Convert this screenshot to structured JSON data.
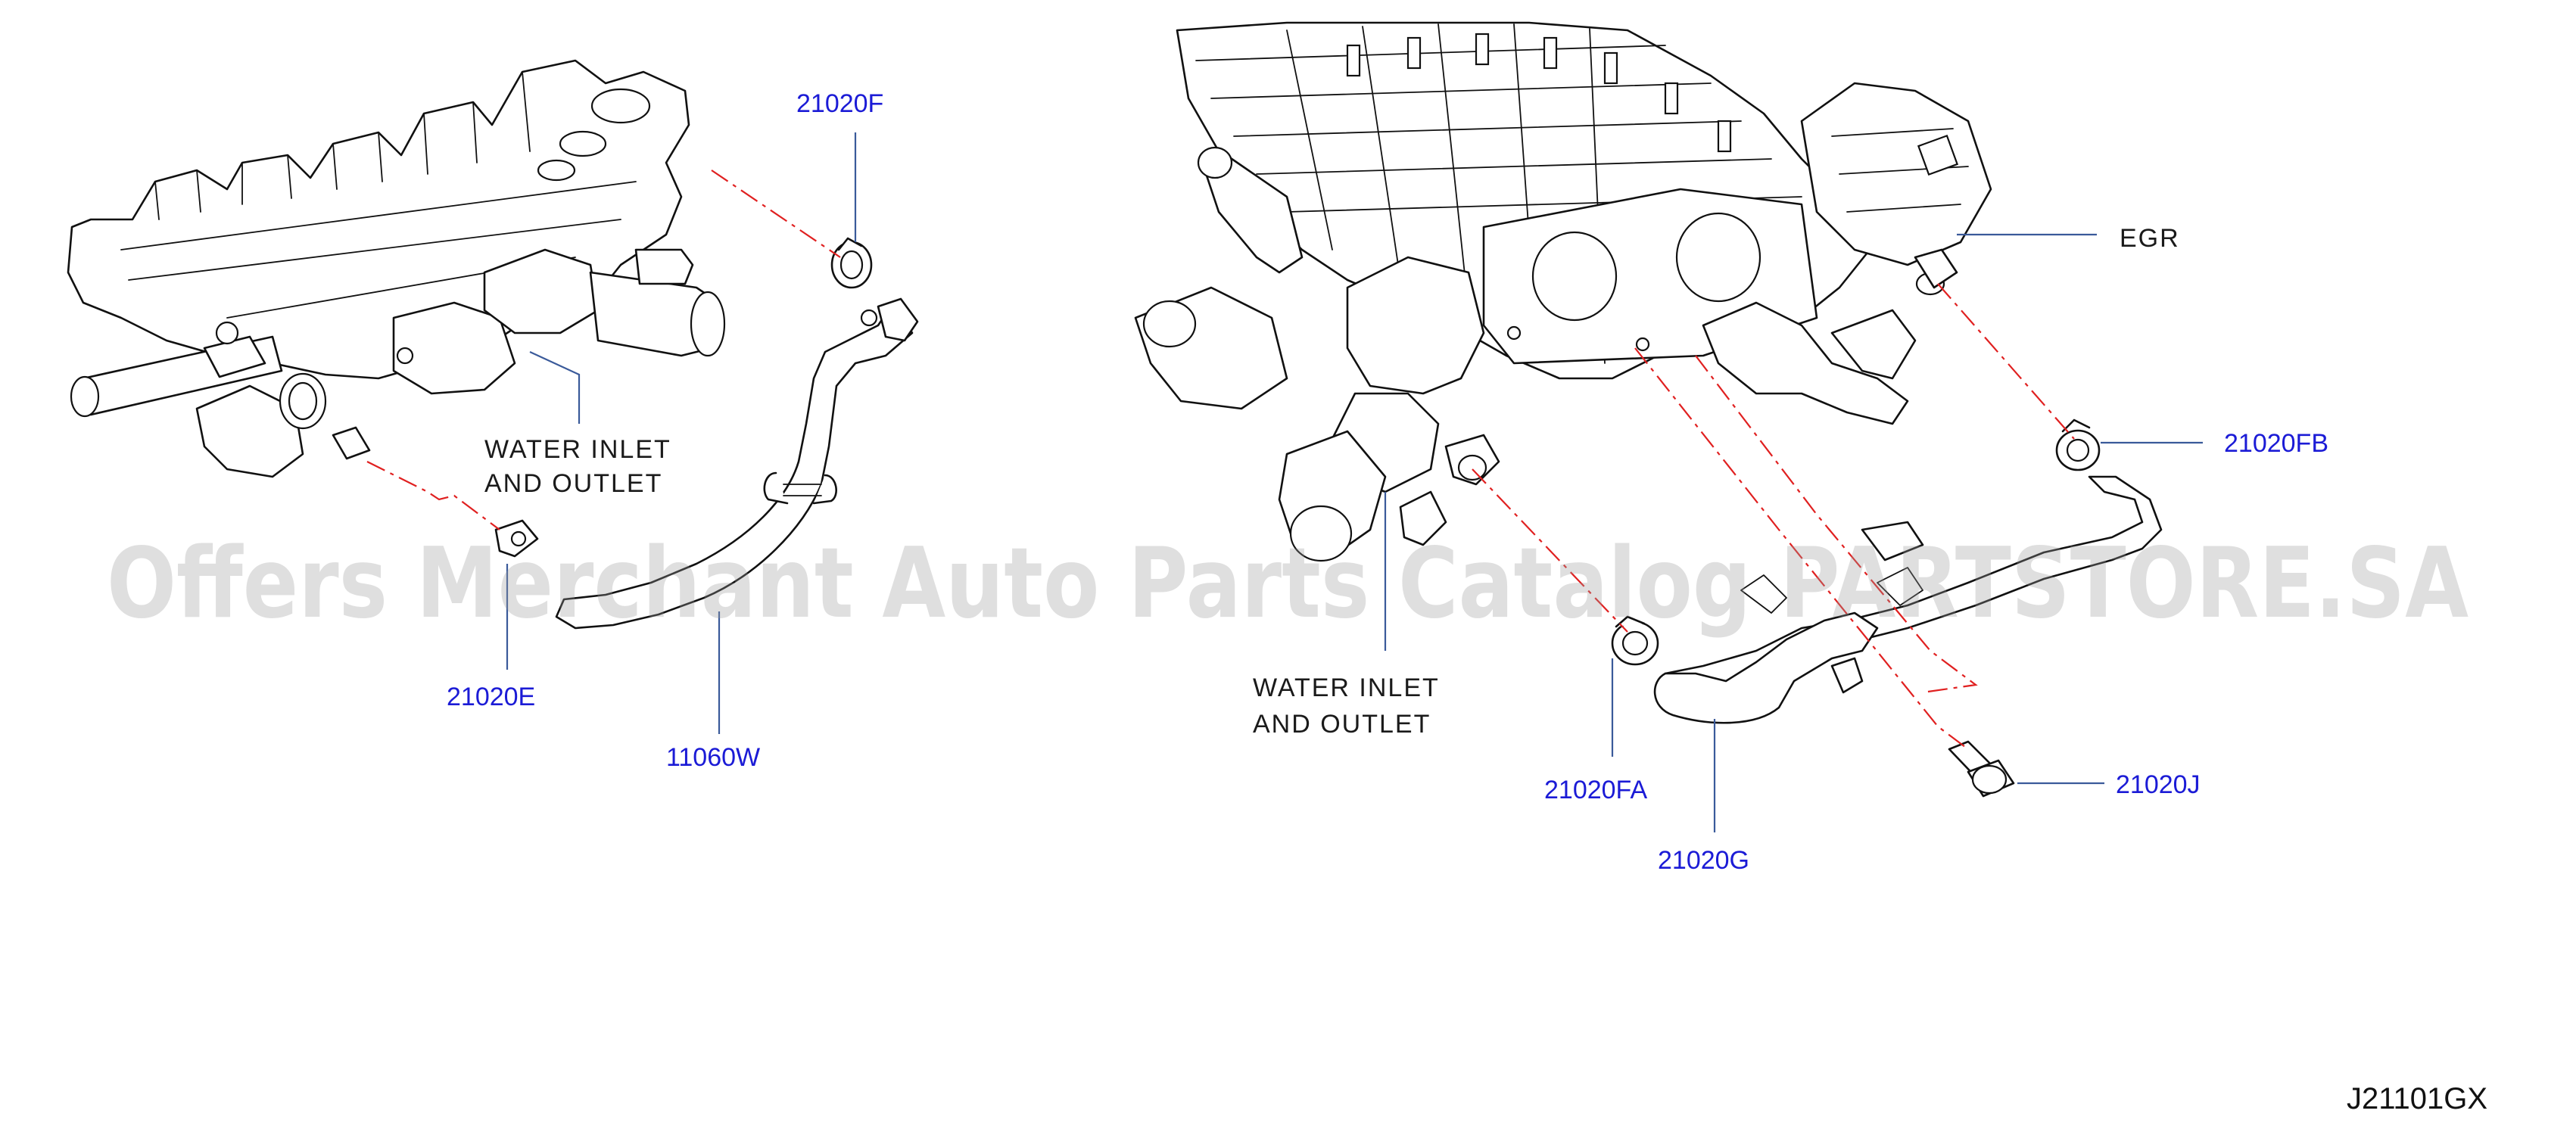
{
  "diagram": {
    "code": "J21101GX",
    "watermark": "Offers Merchant Auto Parts Catalog PARTSTORE.SA",
    "colors": {
      "part_number_text": "#1b1bd6",
      "dash_line": "#e02020",
      "leader_line": "#3a5a9a",
      "line_art": "#111111"
    }
  },
  "left_view": {
    "part_labels": [
      {
        "id": "p21020F",
        "text": "21020F"
      },
      {
        "id": "p21020E",
        "text": "21020E"
      },
      {
        "id": "p11060W",
        "text": "11060W"
      }
    ],
    "component_label": {
      "line1": "WATER  INLET",
      "line2": "AND  OUTLET"
    }
  },
  "right_view": {
    "part_labels": [
      {
        "id": "p21020FB",
        "text": "21020FB"
      },
      {
        "id": "p21020FA",
        "text": "21020FA"
      },
      {
        "id": "p21020G",
        "text": "21020G"
      },
      {
        "id": "p21020J",
        "text": "21020J"
      }
    ],
    "component_labels": {
      "egr": "EGR",
      "water_line1": "WATER  INLET",
      "water_line2": "AND  OUTLET"
    }
  }
}
